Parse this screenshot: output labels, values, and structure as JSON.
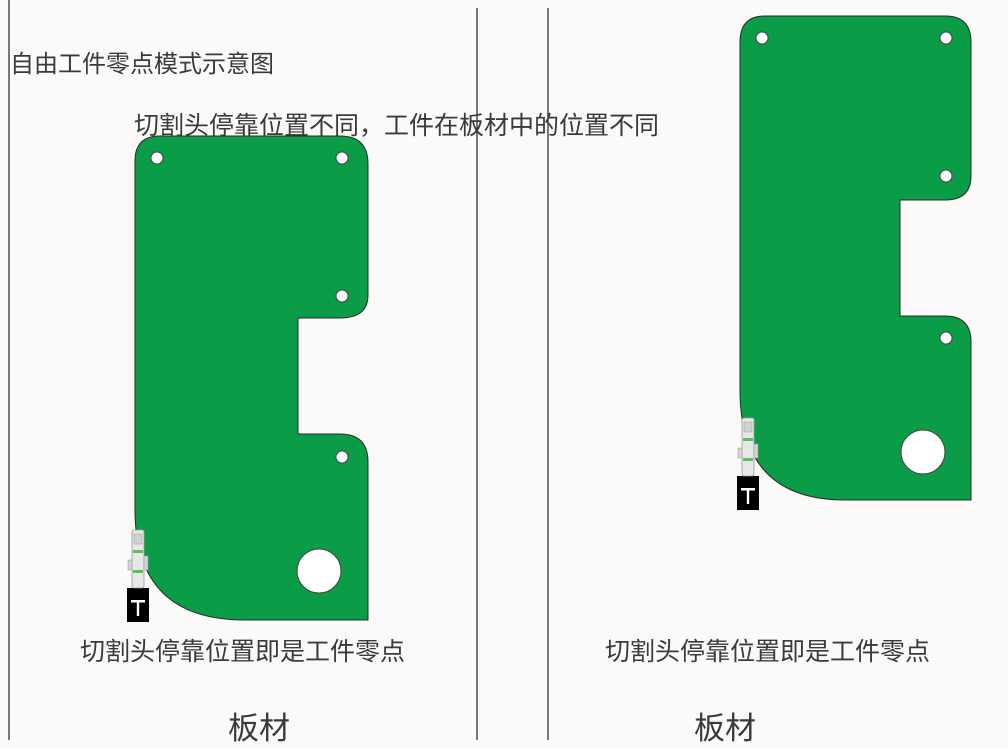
{
  "title": "自由工件零点模式示意图",
  "subtitle": "切割头停靠位置不同，工件在板材中的位置不同",
  "panels": [
    {
      "caption": "切割头停靠位置即是工件零点",
      "sheet_label": "板材"
    },
    {
      "caption": "切割头停靠位置即是工件零点",
      "sheet_label": "板材"
    }
  ],
  "colors": {
    "workpiece": "#0a9c46",
    "background": "#fbfaf8",
    "divider": "#222222",
    "hole": "#ffffff"
  },
  "icons": [
    "cutting-head-icon"
  ]
}
